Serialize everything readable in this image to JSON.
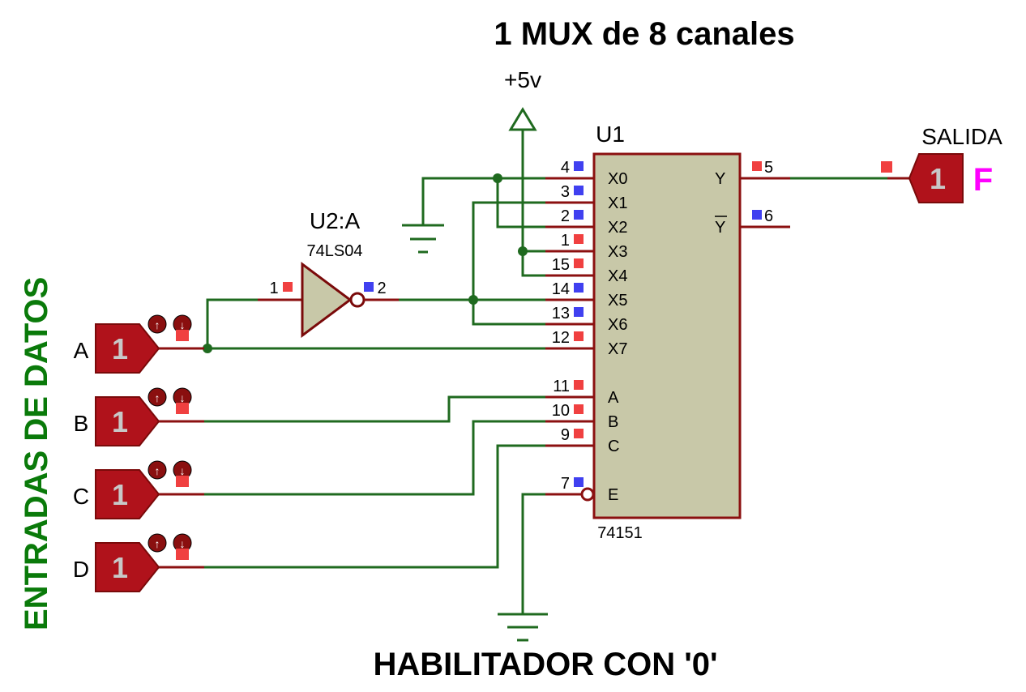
{
  "title": "1 MUX de 8 canales",
  "footer": "HABILITADOR CON '0'",
  "side_label": "ENTRADAS DE DATOS",
  "power": {
    "label": "+5v"
  },
  "inputs": [
    {
      "name": "A",
      "value": "1"
    },
    {
      "name": "B",
      "value": "1"
    },
    {
      "name": "C",
      "value": "1"
    },
    {
      "name": "D",
      "value": "1"
    }
  ],
  "inverter": {
    "ref": "U2:A",
    "part": "74LS04",
    "pin_in": "1",
    "pin_out": "2"
  },
  "mux": {
    "ref": "U1",
    "part": "74151",
    "left_pins": [
      {
        "num": "4",
        "name": "X0"
      },
      {
        "num": "3",
        "name": "X1"
      },
      {
        "num": "2",
        "name": "X2"
      },
      {
        "num": "1",
        "name": "X3"
      },
      {
        "num": "15",
        "name": "X4"
      },
      {
        "num": "14",
        "name": "X5"
      },
      {
        "num": "13",
        "name": "X6"
      },
      {
        "num": "12",
        "name": "X7"
      },
      {
        "num": "11",
        "name": "A"
      },
      {
        "num": "10",
        "name": "B"
      },
      {
        "num": "9",
        "name": "C"
      },
      {
        "num": "7",
        "name": "E"
      }
    ],
    "out_y": {
      "num": "5",
      "name": "Y"
    },
    "out_ybar": {
      "num": "6",
      "name": "Y"
    }
  },
  "output": {
    "label": "SALIDA",
    "value": "1",
    "func": "F"
  },
  "colors": {
    "wire": "#1f6a1f",
    "lead": "#8b1010",
    "chip_fill": "#c8c8a8",
    "probe_fill": "#b0121b",
    "pin_red": "#f04040",
    "pin_blue": "#4040f0",
    "side_label": "#0a7a0a",
    "func": "#ff00ff"
  }
}
